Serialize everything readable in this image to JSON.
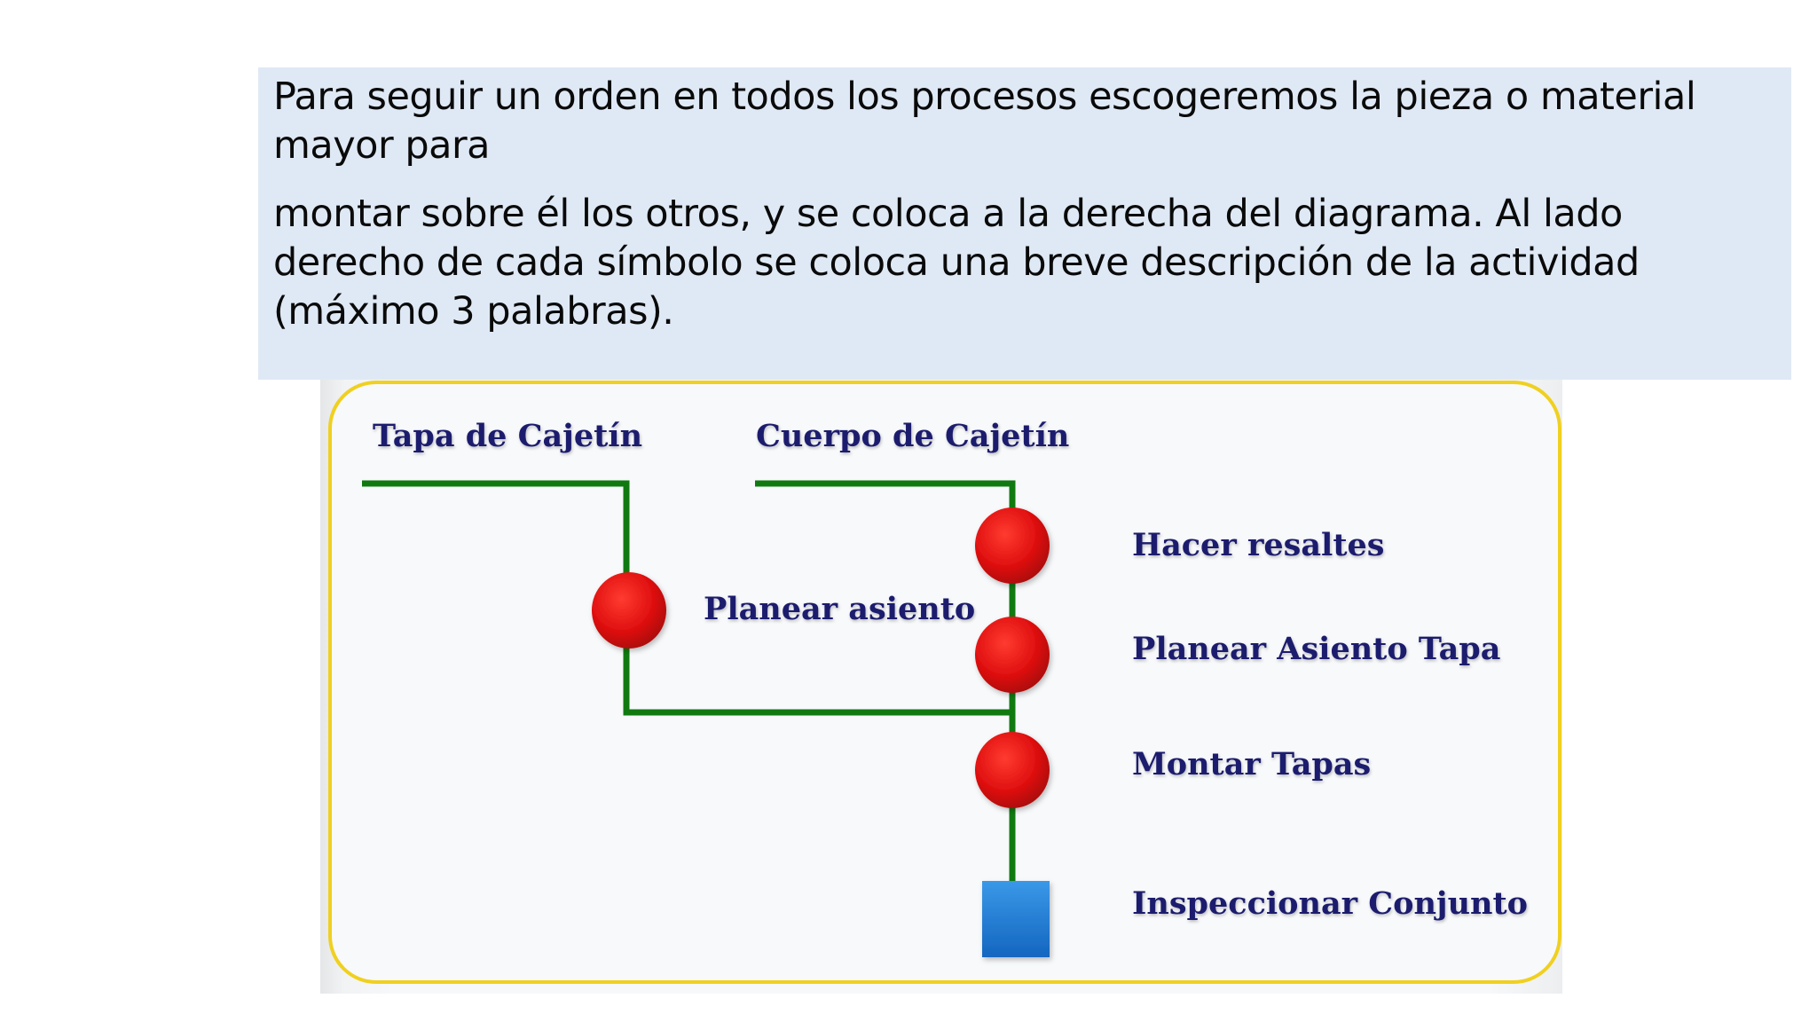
{
  "slide": {
    "paragraphs": [
      "Para seguir un orden en todos los procesos escogeremos la pieza o material mayor para",
      "montar sobre él los otros, y se coloca a la derecha del diagrama. Al lado derecho de cada símbolo se coloca una breve descripción de la actividad (máximo 3 palabras)."
    ],
    "textbox_bg": "#dfe9f5"
  },
  "diagram": {
    "inputs": [
      {
        "label": "Tapa de Cajetín"
      },
      {
        "label": "Cuerpo de Cajetín"
      }
    ],
    "operations": [
      {
        "symbol": "operation-circle",
        "label": "Planear asiento",
        "branch": "Tapa de Cajetín"
      },
      {
        "symbol": "operation-circle",
        "label": "Hacer resaltes",
        "branch": "Cuerpo de Cajetín"
      },
      {
        "symbol": "operation-circle",
        "label": "Planear Asiento Tapa",
        "branch": "Cuerpo de Cajetín"
      },
      {
        "symbol": "operation-circle",
        "label": "Montar Tapas",
        "branch": "main"
      },
      {
        "symbol": "inspection-square",
        "label": "Inspeccionar Conjunto",
        "branch": "main"
      }
    ],
    "colors": {
      "line": "#107a10",
      "operation": "#e01010",
      "inspection": "#1878d0",
      "label": "#1c1c6e",
      "frame": "#f0d020"
    }
  }
}
